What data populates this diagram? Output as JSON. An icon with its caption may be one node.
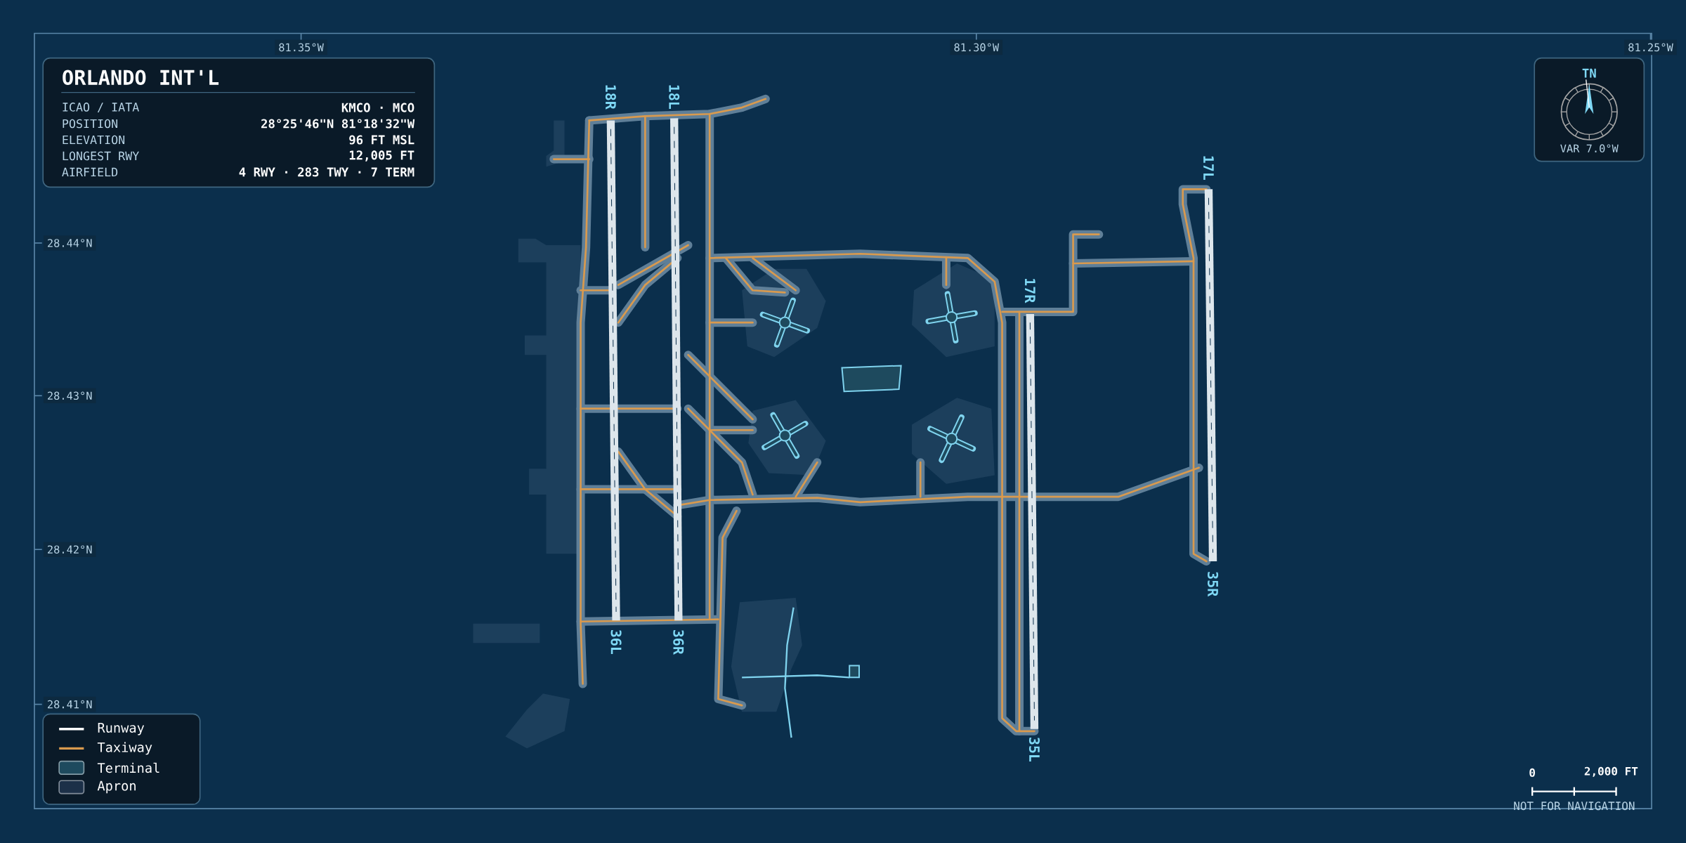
{
  "diagram": {
    "title": "ORLANDO INT'L",
    "labels": [
      "81.35°W",
      "81.30°W",
      "81.25°W",
      "28.44°N",
      "28.43°N",
      "28.42°N",
      "28.41°N",
      "ICAO / IATA",
      "KMCO · MCO",
      "POSITION",
      "28°25'46\"N 81°18'32\"W",
      "ELEVATION",
      "96 FT MSL",
      "LONGEST RWY",
      "12,005 FT",
      "AIRFIELD",
      "4 RWY · 283 TWY · 7 TERM",
      "TN",
      "VAR 7.0°W",
      "18R",
      "18L",
      "17L",
      "17R",
      "36L",
      "36R",
      "35R",
      "35L",
      "0",
      "2,000 FT",
      "NOT FOR NAVIGATION"
    ],
    "legend": [
      {
        "text": "Runway"
      },
      {
        "text": "Taxiway"
      },
      {
        "text": "Terminal",
        "color": "#1e4a5e"
      },
      {
        "text": "Apron",
        "color": "#1c3048"
      }
    ]
  }
}
